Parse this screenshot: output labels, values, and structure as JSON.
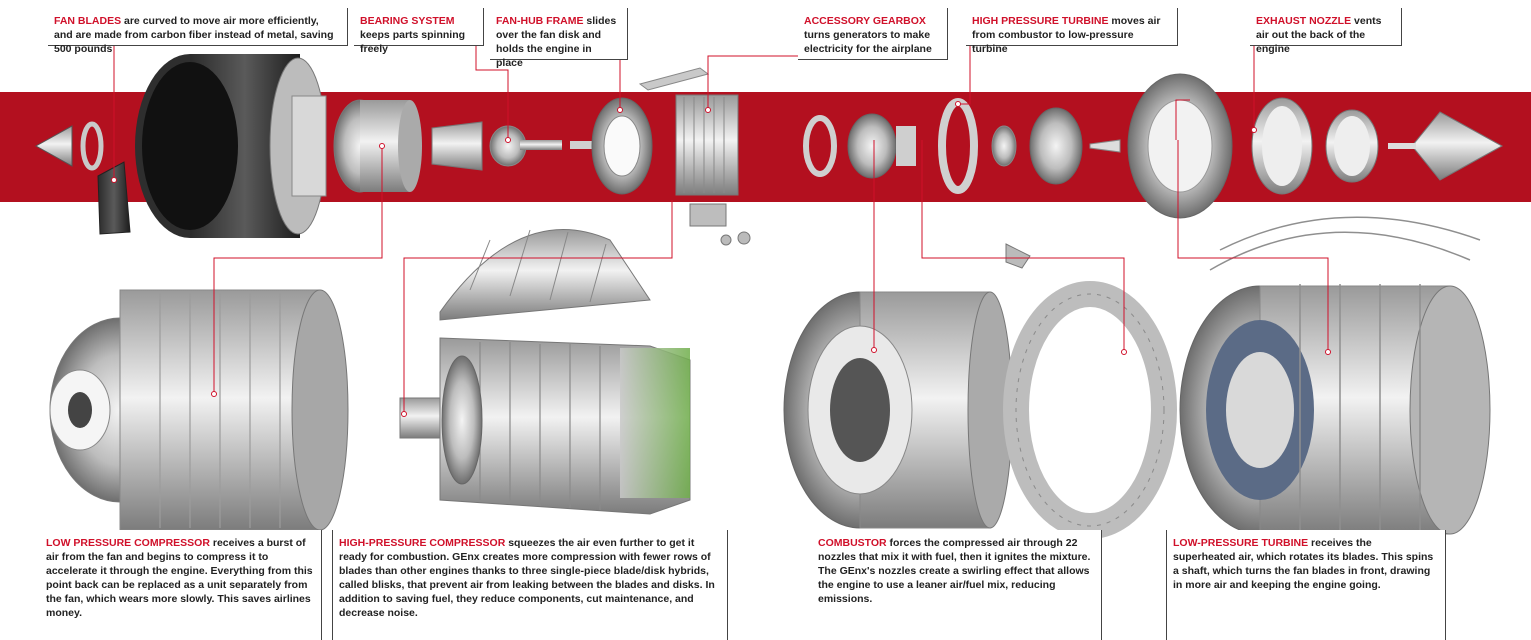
{
  "colors": {
    "band": "#b3101f",
    "highlight": "#d0102a",
    "leader": "#d0102a",
    "text": "#222222",
    "metal": "#c8c8c8"
  },
  "callouts_top": [
    {
      "term": "FAN BLADES",
      "text": " are curved to move air more efficiently, and are made from carbon fiber instead of metal, saving 500 pounds"
    },
    {
      "term": "BEARING SYSTEM",
      "text": " keeps parts spinning freely"
    },
    {
      "term": "FAN-HUB FRAME",
      "text": " slides over the fan disk and holds the engine in place"
    },
    {
      "term": "ACCESSORY GEARBOX",
      "text": " turns generators to make electricity for the airplane"
    },
    {
      "term": "HIGH PRESSURE TURBINE",
      "text": "  moves air from combustor to low-pressure turbine"
    },
    {
      "term": "EXHAUST NOZZLE",
      "text": " vents air out the back of the engine"
    }
  ],
  "callouts_bottom": [
    {
      "term": "LOW PRESSURE COMPRESSOR",
      "text": " receives a burst of air from the fan and begins to compress it to accelerate it through the engine. Everything from this point back can be replaced as a unit separately from the fan, which wears more slowly. This saves airlines money."
    },
    {
      "term": "HIGH-PRESSURE COMPRESSOR",
      "text": " squeezes the air even further to get it ready for combustion. GEnx creates more compression with fewer rows of blades than other engines thanks to three single-piece blade/disk hybrids, called blisks, that prevent air from leaking between the blades and disks. In addition to saving fuel, they reduce components, cut maintenance, and decrease noise."
    },
    {
      "term": "COMBUSTOR",
      "text": " forces the compressed air through 22 nozzles that mix it with fuel, then it ignites the mixture. The GEnx's nozzles create a swirling effect that allows the engine to use a leaner air/fuel mix, reducing emissions."
    },
    {
      "term": "LOW-PRESSURE TURBINE",
      "text": " receives the superheated air, which rotates its blades. This spins a shaft, which turns the fan blades in front, drawing in more air and keeping the engine going."
    }
  ]
}
